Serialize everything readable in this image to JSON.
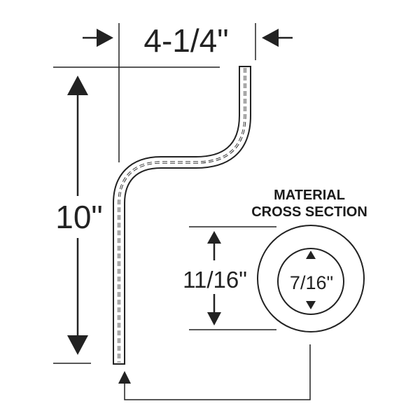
{
  "colors": {
    "stroke": "#222222",
    "tube_fill": "#ffffff",
    "background": "#ffffff"
  },
  "dimensions": {
    "width_label": "4-1/4\"",
    "height_label": "10\"",
    "outer_diameter_label": "11/16\"",
    "inner_diameter_label": "7/16\""
  },
  "cross_section": {
    "title_line1": "MATERIAL",
    "title_line2": "CROSS SECTION"
  }
}
